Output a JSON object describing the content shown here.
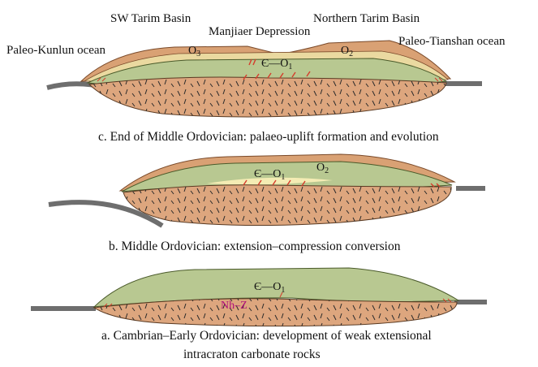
{
  "panel_c": {
    "labels": {
      "sw_tarim": "SW Tarim Basin",
      "manjiaer": "Manjiaer Depression",
      "northern_tarim": "Northern Tarim Basin",
      "paleo_kunlun": "Paleo-Kunlun ocean",
      "paleo_tianshan": "Paleo-Tianshan ocean",
      "o3_base": "O",
      "o3_sub": "3",
      "o2_base": "O",
      "o2_sub": "2",
      "e_o1_base": "Є—O",
      "e_o1_sub": "1"
    },
    "caption": "c. End of Middle Ordovician: palaeo-uplift formation and evolution"
  },
  "panel_b": {
    "labels": {
      "e_o1_base": "Є—O",
      "e_o1_sub": "1",
      "o2_base": "O",
      "o2_sub": "2"
    },
    "caption": "b. Middle Ordovician: extension–compression conversion"
  },
  "panel_a": {
    "labels": {
      "e_o1_base": "Є—O",
      "e_o1_sub": "1",
      "nh_z": "Nh–Z"
    },
    "caption_line1": "a. Cambrian–Early Ordovician: development of weak extensional",
    "caption_line2": "intracraton carbonate rocks"
  },
  "colors": {
    "basement": "#dda67e",
    "carbonate": "#b8c891",
    "sandy": "#f4ecb4",
    "upper_layer": "#d9a174",
    "thin_band": "#ead9a0",
    "plate": "#6e6e6e",
    "fault": "#d63b2b",
    "nh_z_text": "#b0107a"
  }
}
